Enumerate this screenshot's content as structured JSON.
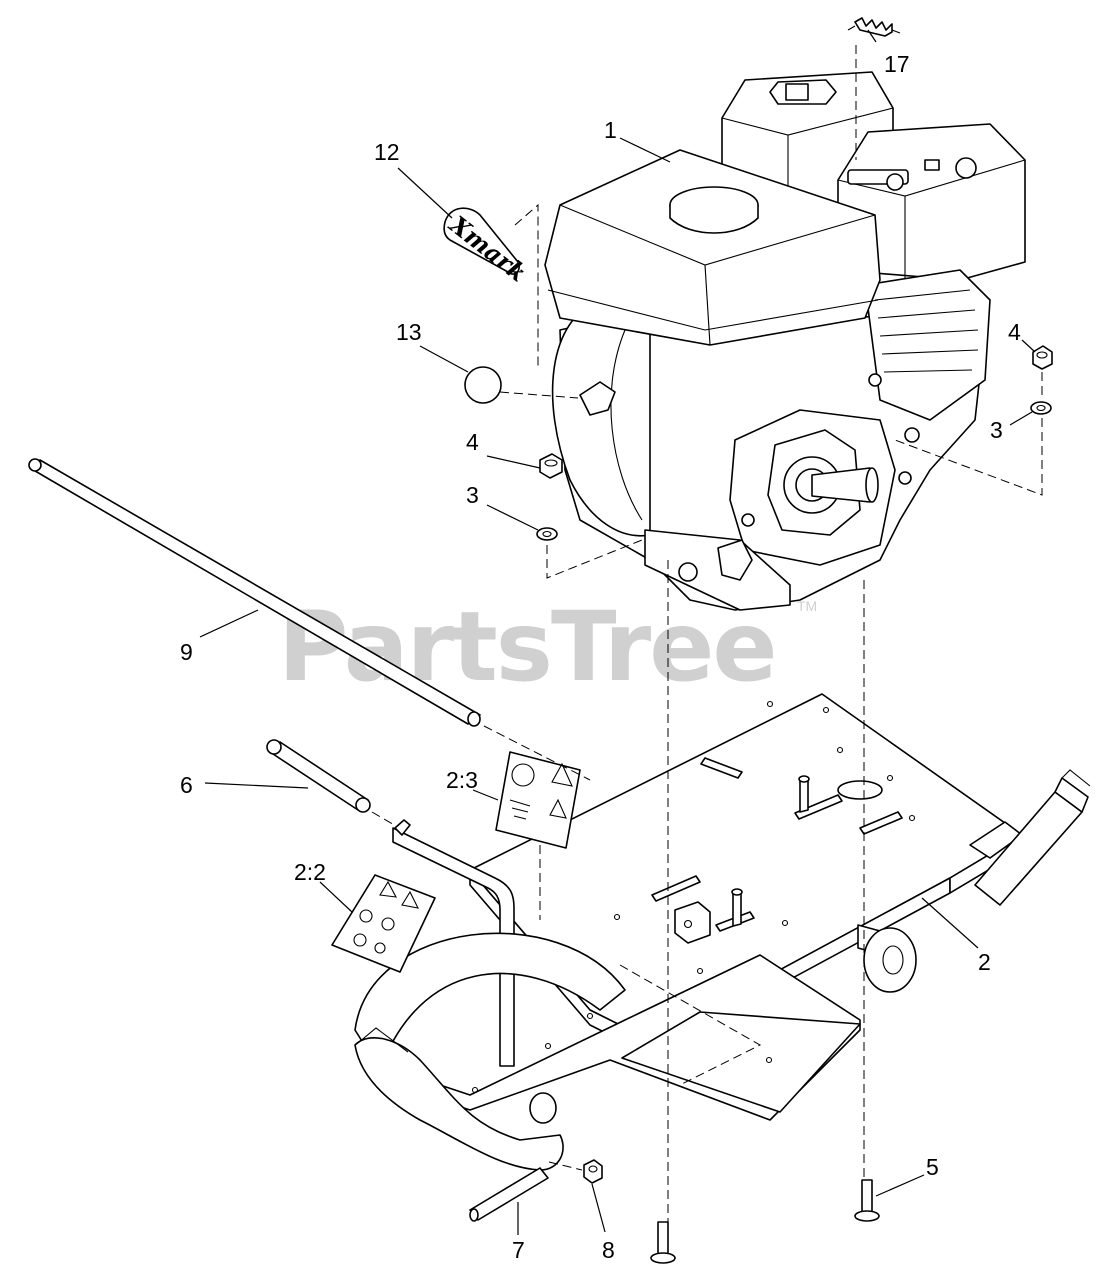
{
  "watermark": {
    "text": "PartsTree",
    "trademark": "TM"
  },
  "logo_text": "Xmark",
  "callouts": {
    "c1": "1",
    "c2": "2",
    "c2_2": "2:2",
    "c2_3": "2:3",
    "c3a": "3",
    "c3b": "3",
    "c4a": "4",
    "c4b": "4",
    "c5": "5",
    "c6": "6",
    "c7": "7",
    "c8": "8",
    "c9": "9",
    "c12": "12",
    "c13": "13",
    "c17": "17"
  }
}
